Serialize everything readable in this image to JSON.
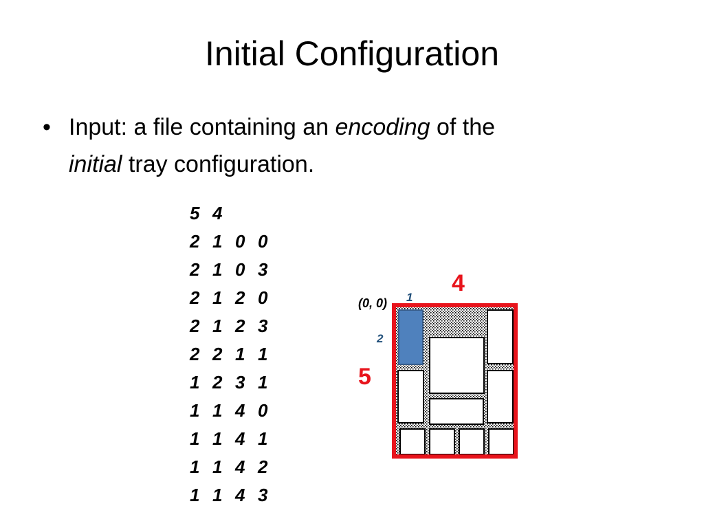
{
  "title": "Initial Configuration",
  "bullet": {
    "prefix": "Input: a file containing an ",
    "emph1": "encoding",
    "middle": " of the ",
    "emph2": "initial",
    "suffix": " tray configuration."
  },
  "encoding": [
    [
      "5",
      "4"
    ],
    [
      "2",
      "1",
      "0",
      "0"
    ],
    [
      "2",
      "1",
      "0",
      "3"
    ],
    [
      "2",
      "1",
      "2",
      "0"
    ],
    [
      "2",
      "1",
      "2",
      "3"
    ],
    [
      "2",
      "2",
      "1",
      "1"
    ],
    [
      "1",
      "2",
      "3",
      "1"
    ],
    [
      "1",
      "1",
      "4",
      "0"
    ],
    [
      "1",
      "1",
      "4",
      "1"
    ],
    [
      "1",
      "1",
      "4",
      "2"
    ],
    [
      "1",
      "1",
      "4",
      "3"
    ]
  ],
  "diagram": {
    "origin_label": "(0, 0)",
    "dim_width_label": "4",
    "dim_height_label": "5",
    "block_width_label": "1",
    "block_height_label": "2",
    "colors": {
      "tray_border": "#e8141c",
      "highlight_block": "#4f81bd",
      "dim_label": "#e8141c",
      "block_label": "#1f4e79"
    }
  }
}
